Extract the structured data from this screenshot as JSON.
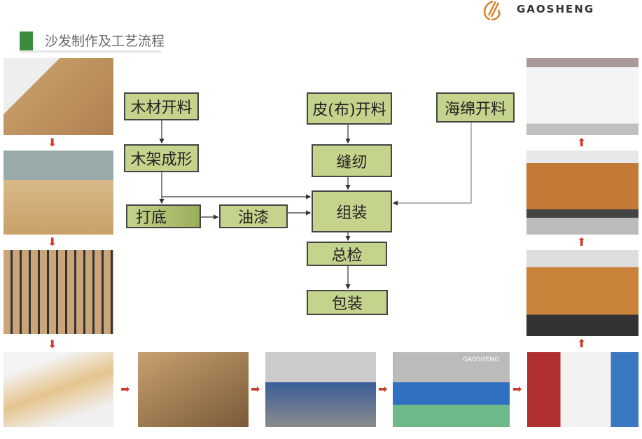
{
  "header": {
    "title": "沙发制作及工艺流程",
    "logo_text": "GAOSHENG",
    "accent": "#3d8b3d",
    "logo_color": "#d9822b"
  },
  "flow": {
    "wood_cut": "木材开料",
    "frame": "木架成形",
    "primer": "打底",
    "paint": "油漆",
    "leather_cut": "皮(布)开料",
    "sewing": "缝纫",
    "assembly": "组装",
    "inspection": "总检",
    "packing": "包装",
    "foam_cut": "海绵开料",
    "box_color": "#c4d48c"
  },
  "photos": [
    "measuring-wood",
    "wood-frame",
    "springs",
    "frame-with-straps",
    "cutting-leather",
    "sewing-workshop",
    "foam-cutting",
    "foam-gluing",
    "upholstering",
    "finished-sofa",
    "wrapped-sofa"
  ],
  "photo_watermark": "GAOSHENG"
}
